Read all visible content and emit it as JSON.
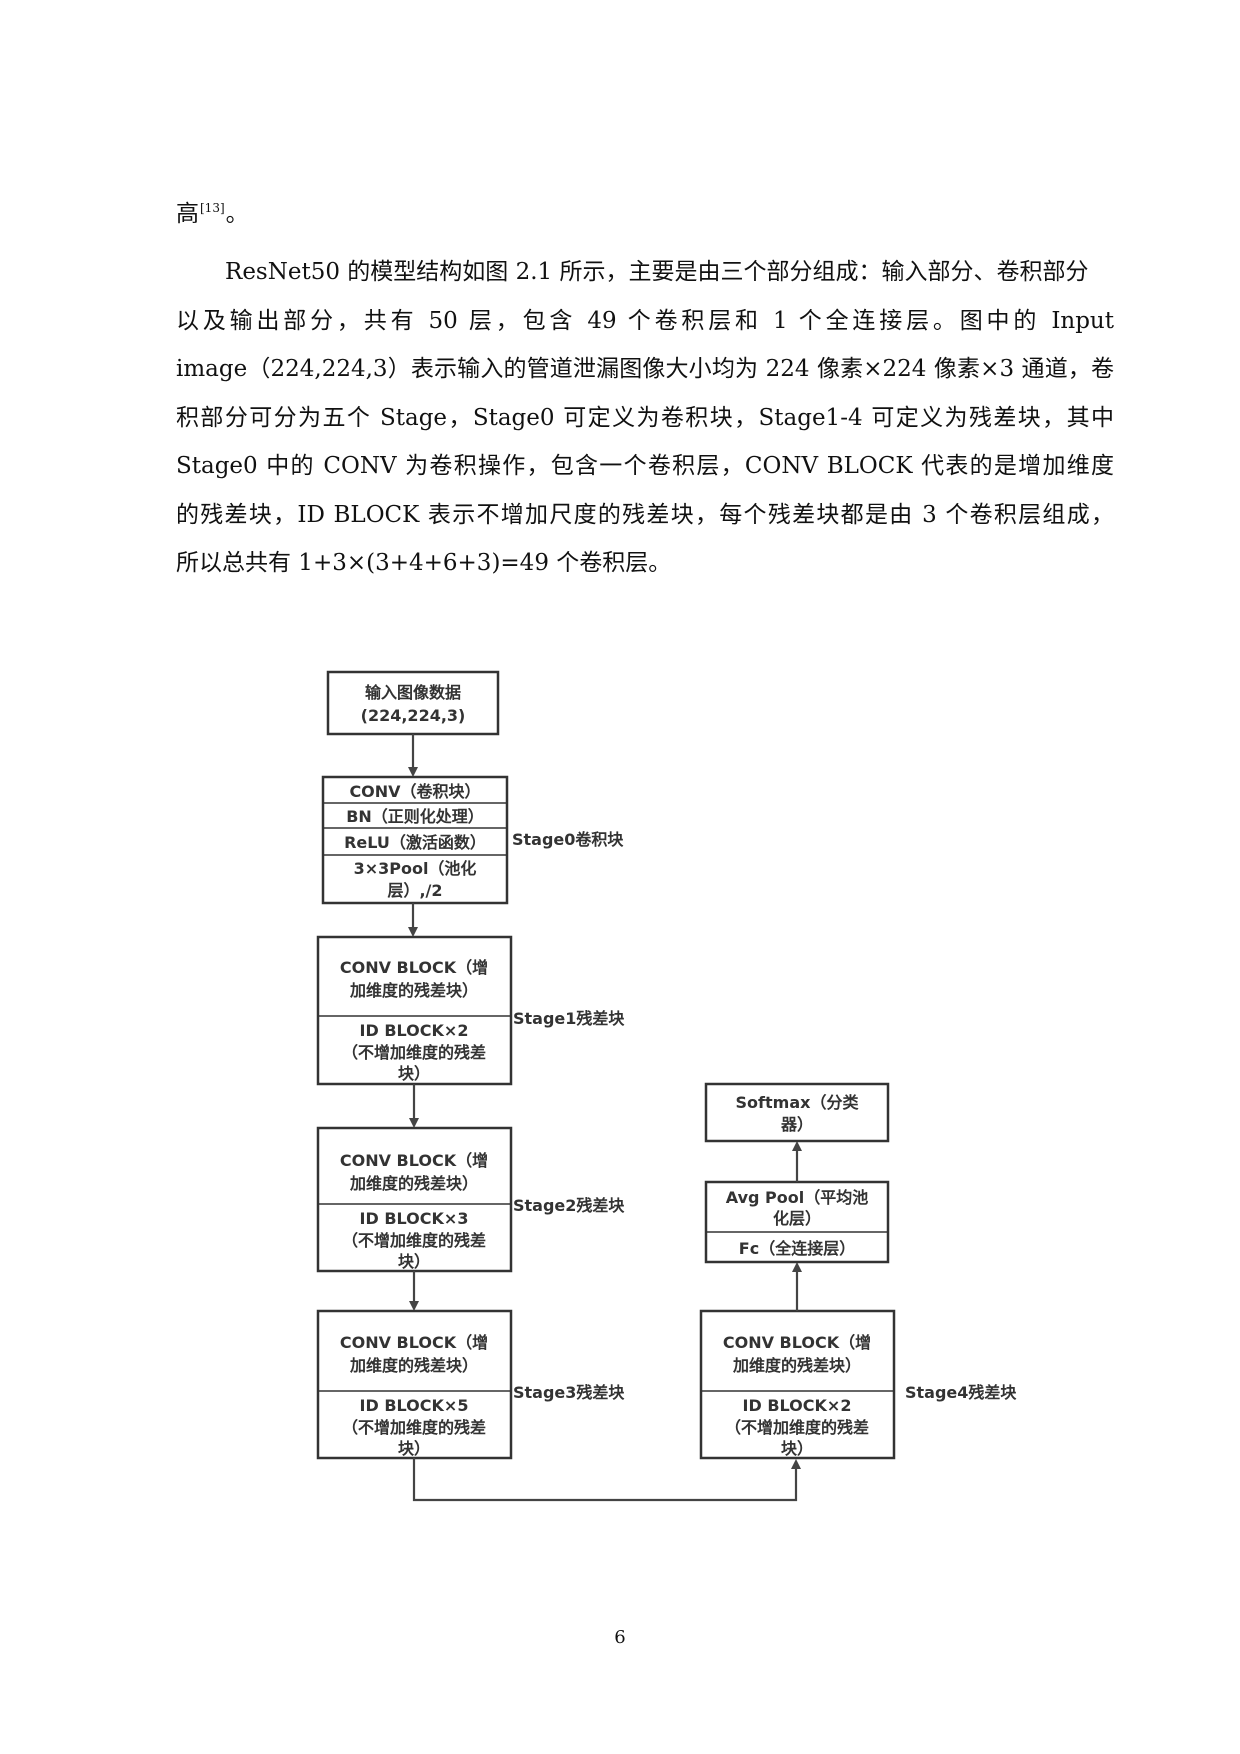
{
  "body": {
    "line0_char": "高",
    "line0_ref": "[13]",
    "line0_end": "。",
    "lines": [
      "ResNet50 的模型结构如图 2.1 所示，主要是由三个部分组成：输入部分、卷积部分",
      "以及输出部分，共有 50 层，包含 49 个卷积层和 1 个全连接层。图中的 Input",
      "image（224,224,3）表示输入的管道泄漏图像大小均为 224 像素×224 像素×3 通道，卷",
      "积部分可分为五个 Stage，Stage0 可定义为卷积块，Stage1-4 可定义为残差块，其中",
      "Stage0 中的 CONV 为卷积操作，包含一个卷积层，CONV BLOCK 代表的是增加维度",
      "的残差块，ID BLOCK 表示不增加尺度的残差块，每个残差块都是由 3 个卷积层组成，",
      "所以总共有 1+3×(3+4+6+3)=49 个卷积层。"
    ]
  },
  "figure": {
    "input_box": [
      "输入图像数据",
      "(224,224,3)"
    ],
    "stage0": {
      "rows": [
        "CONV（卷积块）",
        "BN（正则化处理）",
        "ReLU（激活函数）",
        "3×3Pool（池化",
        "层）,/2"
      ],
      "label": "Stage0卷积块"
    },
    "stage1": {
      "conv": [
        "CONV BLOCK（增",
        "加维度的残差块）"
      ],
      "id": [
        "ID BLOCK×2",
        "（不增加维度的残差",
        "块）"
      ],
      "label": "Stage1残差块"
    },
    "stage2": {
      "conv": [
        "CONV BLOCK（增",
        "加维度的残差块）"
      ],
      "id": [
        "ID BLOCK×3",
        "（不增加维度的残差",
        "块）"
      ],
      "label": "Stage2残差块"
    },
    "stage3": {
      "conv": [
        "CONV BLOCK（增",
        "加维度的残差块）"
      ],
      "id": [
        "ID BLOCK×5",
        "（不增加维度的残差",
        "块）"
      ],
      "label": "Stage3残差块"
    },
    "stage4": {
      "conv": [
        "CONV BLOCK（增",
        "加维度的残差块）"
      ],
      "id": [
        "ID BLOCK×2",
        "（不增加维度的残差",
        "块）"
      ],
      "label": "Stage4残差块"
    },
    "pool_fc": {
      "pool": [
        "Avg Pool（平均池",
        "化层）"
      ],
      "fc": "Fc（全连接层）"
    },
    "softmax": [
      "Softmax（分类",
      "器）"
    ]
  },
  "page_number": "6"
}
